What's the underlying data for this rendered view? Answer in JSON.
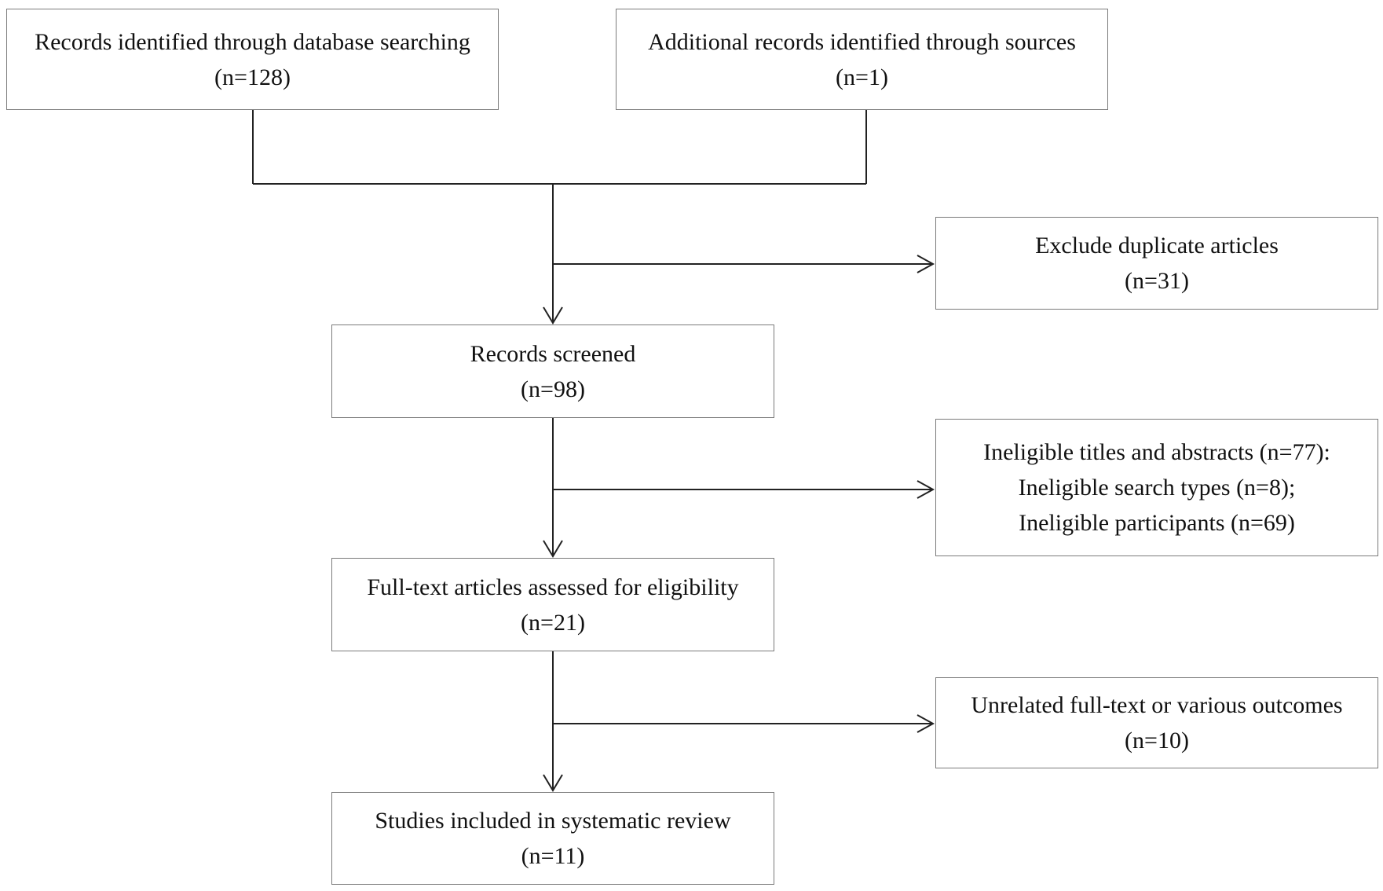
{
  "boxes": {
    "database": {
      "line1": "Records identified through database searching",
      "line2": "(n=128)"
    },
    "additional": {
      "line1": "Additional records identified through sources",
      "line2": "(n=1)"
    },
    "duplicates": {
      "line1": "Exclude duplicate articles",
      "line2": "(n=31)"
    },
    "screened": {
      "line1": "Records screened",
      "line2": "(n=98)"
    },
    "ineligible": {
      "line1": "Ineligible titles and abstracts (n=77):",
      "line2": "Ineligible search types (n=8);",
      "line3": "Ineligible participants (n=69)"
    },
    "fulltext": {
      "line1": "Full-text articles assessed for eligibility",
      "line2": "(n=21)"
    },
    "unrelated": {
      "line1": "Unrelated full-text or various outcomes",
      "line2": "(n=10)"
    },
    "included": {
      "line1": "Studies included in systematic review",
      "line2": "(n=11)"
    }
  }
}
